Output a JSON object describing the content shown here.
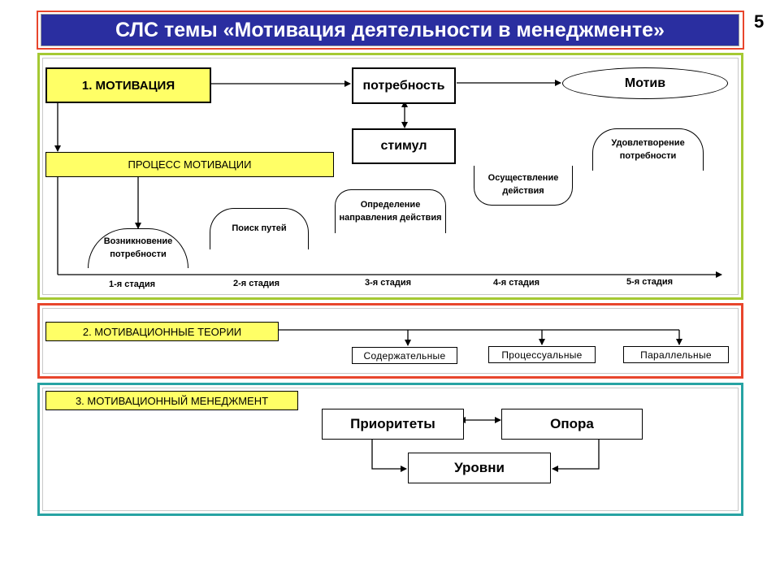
{
  "header": {
    "title": "СЛС темы «Мотивация деятельности в менеджменте»",
    "page_number": "5"
  },
  "section1": {
    "heading": "1. МОТИВАЦИЯ",
    "need": "потребность",
    "stimulus": "стимул",
    "motive": "Мотив",
    "process_heading": "ПРОЦЕСС МОТИВАЦИИ",
    "stages": [
      {
        "text": "Возникновение потребности",
        "label": "1-я стадия"
      },
      {
        "text": "Поиск путей",
        "label": "2-я стадия"
      },
      {
        "text": "Определение направления действия",
        "label": "3-я стадия"
      },
      {
        "text": "Осуществление действия",
        "label": "4-я стадия"
      },
      {
        "text": "Удовлетворение потребности",
        "label": "5-я стадия"
      }
    ]
  },
  "section2": {
    "heading": "2. МОТИВАЦИОННЫЕ ТЕОРИИ",
    "theories": [
      "Содержательные",
      "Процессуальные",
      "Параллельные"
    ]
  },
  "section3": {
    "heading": "3. МОТИВАЦИОННЫЙ МЕНЕДЖМЕНТ",
    "priorities": "Приоритеты",
    "support": "Опора",
    "levels": "Уровни"
  }
}
